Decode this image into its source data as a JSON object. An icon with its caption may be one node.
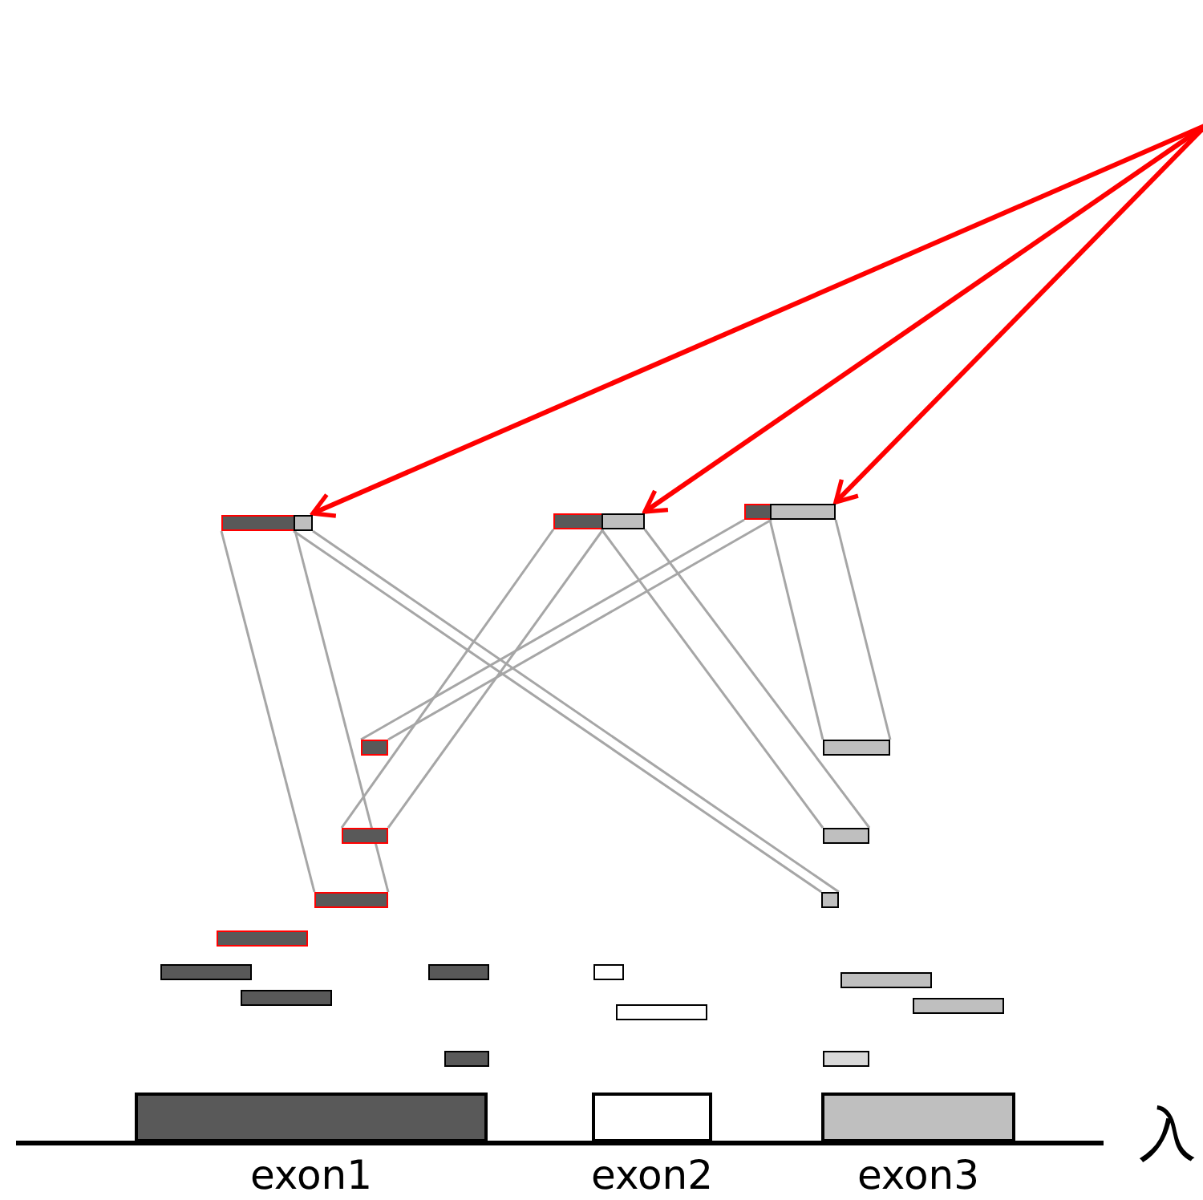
{
  "diagram": {
    "nodes": [
      {
        "text": [],
        "shape": "bar"
      },
      {
        "text": [],
        "shape": "bar"
      },
      {
        "text": [],
        "shape": "bar"
      },
      {
        "text": [],
        "shape": "bar"
      },
      {
        "text": [],
        "shape": "bar"
      },
      {
        "text": [],
        "shape": "bar"
      },
      {
        "text": [],
        "shape": "bar"
      },
      {
        "text": [],
        "shape": "bar"
      },
      {
        "text": [],
        "shape": "bar"
      },
      {
        "text": [],
        "shape": "bar"
      },
      {
        "text": [],
        "shape": "bar"
      },
      {
        "text": [],
        "shape": "bar"
      },
      {
        "text": [],
        "shape": "bar"
      },
      {
        "text": [],
        "shape": "bar"
      },
      {
        "text": [],
        "shape": "bar"
      },
      {
        "text": [],
        "shape": "bar"
      },
      {
        "text": [],
        "shape": "bar"
      },
      {
        "text": [],
        "shape": "bar"
      },
      {
        "text": [],
        "shape": "bar"
      },
      {
        "text": [],
        "shape": "bar"
      },
      {
        "text": [],
        "shape": "bar"
      },
      {
        "text": [],
        "shape": "bar"
      },
      {
        "text": [
          "exon1"
        ]
      },
      {
        "text": [
          "exon2"
        ]
      },
      {
        "text": [
          "exon3"
        ]
      }
    ],
    "edges": [
      {
        "from": null,
        "to": 1,
        "arrow": "to",
        "style": "thick",
        "color": "#ff0000"
      },
      {
        "from": null,
        "to": 3,
        "arrow": "to",
        "style": "thick",
        "color": "#ff0000"
      },
      {
        "from": null,
        "to": 5,
        "arrow": "to",
        "style": "thick",
        "color": "#ff0000"
      },
      {
        "from": 0,
        "to": 10,
        "arrow": "none"
      },
      {
        "from": 0,
        "to": 10,
        "arrow": "none"
      },
      {
        "from": 1,
        "to": 11,
        "arrow": "none"
      },
      {
        "from": 1,
        "to": 11,
        "arrow": "none"
      },
      {
        "from": 2,
        "to": 8,
        "arrow": "none"
      },
      {
        "from": 2,
        "to": 8,
        "arrow": "none"
      },
      {
        "from": 3,
        "to": 9,
        "arrow": "none"
      },
      {
        "from": 3,
        "to": 9,
        "arrow": "none"
      },
      {
        "from": 4,
        "to": 6,
        "arrow": "none"
      },
      {
        "from": 4,
        "to": 6,
        "arrow": "none"
      },
      {
        "from": 5,
        "to": 7,
        "arrow": "none"
      },
      {
        "from": 5,
        "to": 7,
        "arrow": "none"
      }
    ],
    "labels": [
      "入"
    ]
  }
}
